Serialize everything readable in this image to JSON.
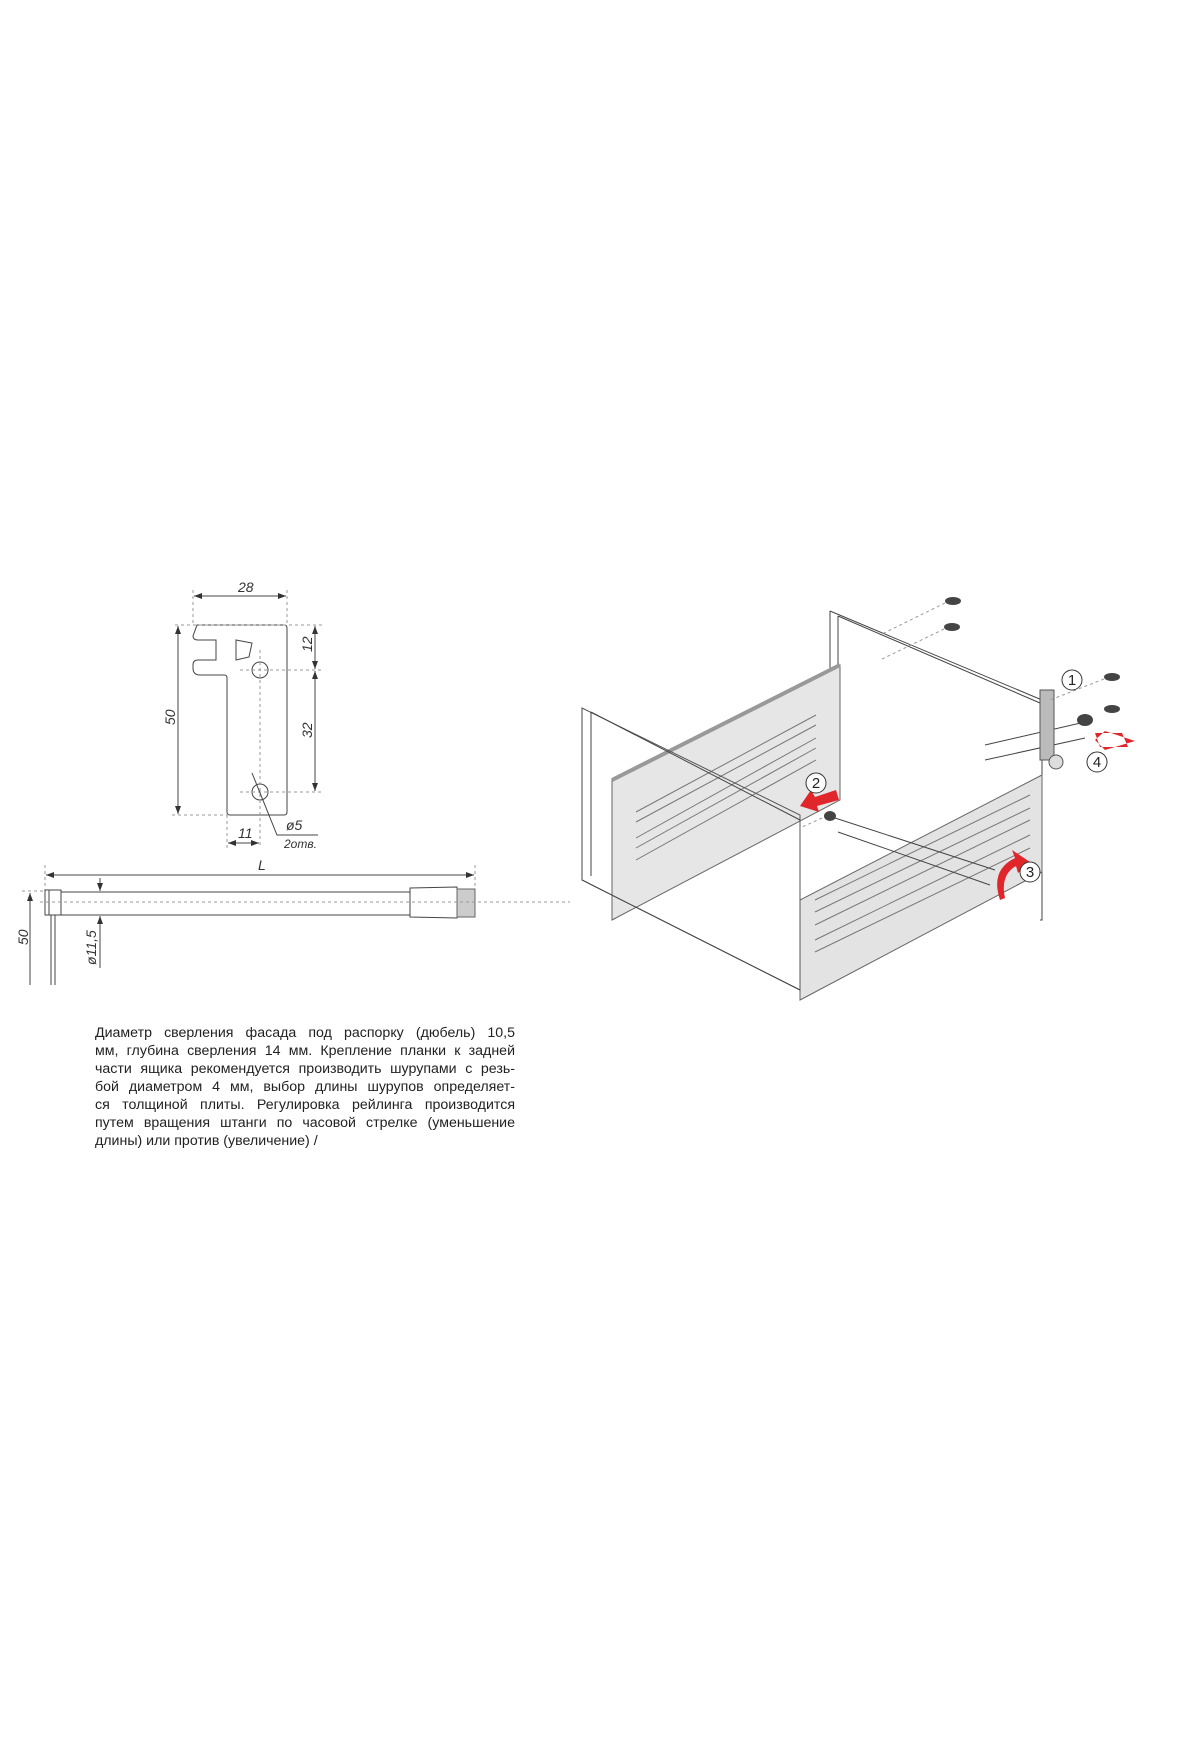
{
  "bracket_drawing": {
    "dimensions": {
      "width": "28",
      "height": "50",
      "top_offset": "12",
      "hole_spacing": "32",
      "hole_offset": "11",
      "hole_diameter": "ø5",
      "hole_count": "2отв."
    }
  },
  "rod_drawing": {
    "dimensions": {
      "length": "L",
      "height": "50",
      "diameter": "ø11,5"
    }
  },
  "assembly": {
    "steps": [
      "1",
      "2",
      "3",
      "4"
    ],
    "arrow_color": "#e0262b"
  },
  "description": {
    "lines": [
      "Диаметр сверления фасада под распорку (дюбель) 10,5",
      "мм, глубина сверления 14 мм. Крепление планки к задней",
      "части ящика рекомендуется производить шурупами с резь-",
      "бой диаметром 4 мм, выбор длины шурупов определяет-",
      "ся толщиной плиты. Регулировка рейлинга производится",
      "путем вращения штанги по часовой стрелке (уменьшение",
      "длины) или против (увеличение) /"
    ]
  }
}
